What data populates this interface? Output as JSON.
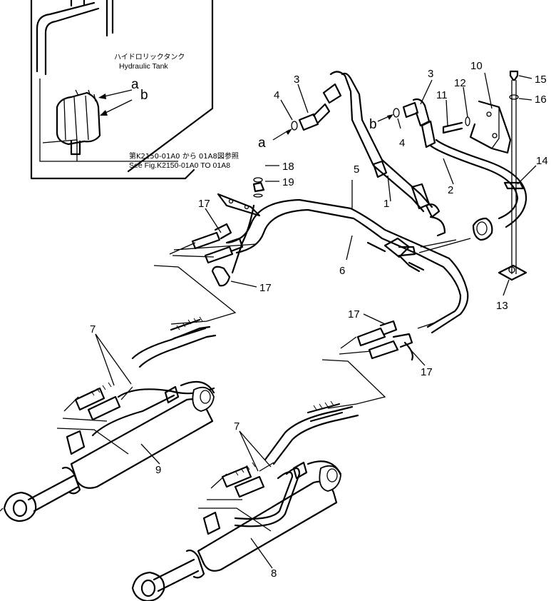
{
  "tank_label": {
    "jp": "ハイドロリックタンク",
    "en": "Hydraulic Tank"
  },
  "reference_note": {
    "jp": "第K2150-01A0 から 01A8図参照",
    "en": "See Fig.K2150-01A0 TO 01A8"
  },
  "view_letters": [
    "a",
    "b"
  ],
  "part_numbers": {
    "p1": "1",
    "p2": "2",
    "p3a": "3",
    "p3b": "3",
    "p4a": "4",
    "p4b": "4",
    "p5": "5",
    "p6": "6",
    "p7a": "7",
    "p7b": "7",
    "p8": "8",
    "p9": "9",
    "p10": "10",
    "p11": "11",
    "p12": "12",
    "p13": "13",
    "p14": "14",
    "p15": "15",
    "p16": "16",
    "p17a": "17",
    "p17b": "17",
    "p17c": "17",
    "p17d": "17",
    "p18": "18",
    "p19": "19"
  }
}
